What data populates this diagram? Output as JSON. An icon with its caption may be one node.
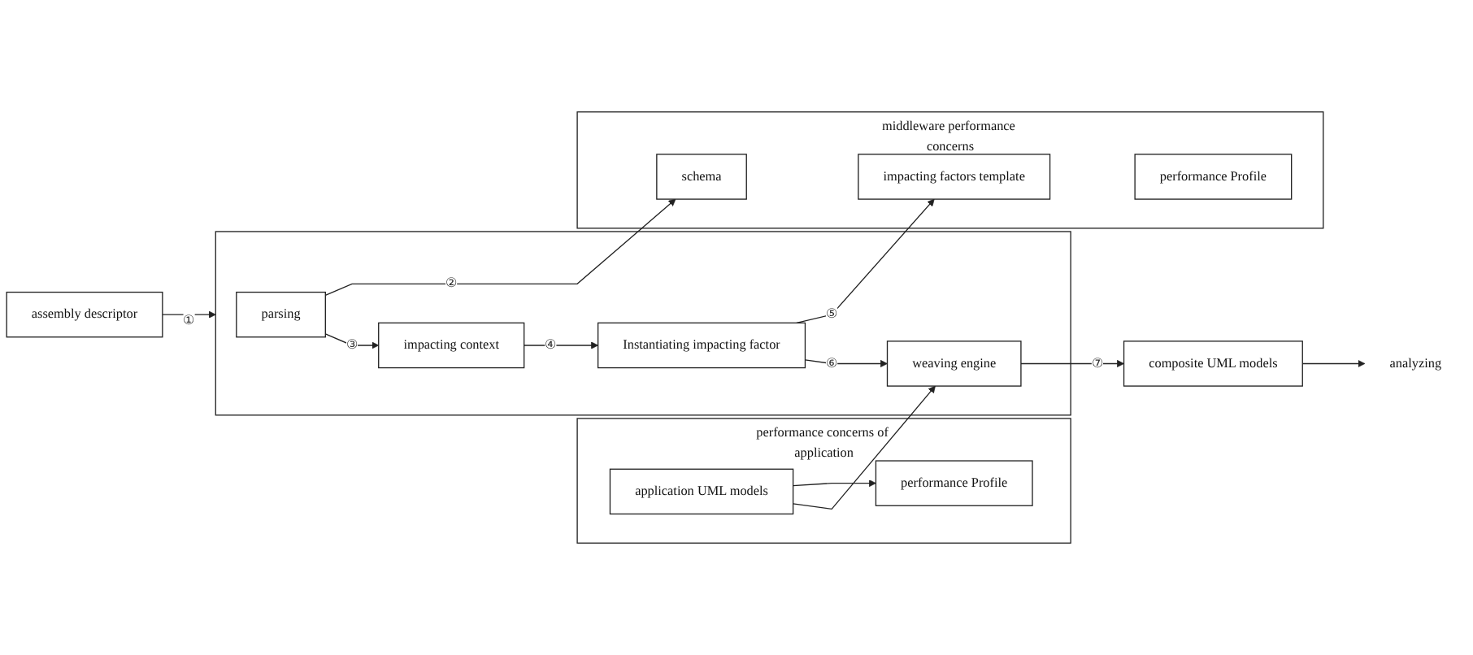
{
  "diagram": {
    "nodes": [
      {
        "text": [
          "performance concerns of application"
        ]
      },
      {
        "text": [
          "performance Profile"
        ],
        "in": 0
      },
      {
        "text": [
          "application UML models"
        ],
        "in": 0
      },
      {
        "text": [
          "assembly descriptor"
        ]
      },
      {
        "text": [],
        "shape": "box"
      },
      {
        "text": [
          "parsing"
        ],
        "in": 4
      },
      {
        "text": [
          "impacting context"
        ],
        "in": 4
      },
      {
        "text": [
          "Instantiating impacting factor"
        ],
        "in": 4
      },
      {
        "text": [
          "weaving engine"
        ],
        "in": 4
      },
      {
        "text": [
          "composite UML models"
        ]
      },
      {
        "text": [
          "analyzing"
        ]
      },
      {
        "text": [
          "middleware performance concerns"
        ]
      },
      {
        "text": [
          "schema"
        ],
        "in": 11
      },
      {
        "text": [
          "impacting factors template"
        ],
        "in": 11
      },
      {
        "text": [
          "performance Profile"
        ],
        "in": 11
      }
    ],
    "edges": [
      {
        "from": 2,
        "to": 1,
        "arrow": "to"
      },
      {
        "from": 2,
        "to": 8,
        "arrow": "to"
      },
      {
        "from": 3,
        "to": 4,
        "arrow": "to",
        "label": "①"
      },
      {
        "from": 5,
        "to": 12,
        "arrow": "to",
        "label": "②"
      },
      {
        "from": 5,
        "to": 6,
        "arrow": "to",
        "label": "③"
      },
      {
        "from": 6,
        "to": 7,
        "arrow": "to",
        "label": "④"
      },
      {
        "from": 7,
        "to": 13,
        "arrow": "to",
        "label": "⑤"
      },
      {
        "from": 7,
        "to": 8,
        "arrow": "to",
        "label": "⑥"
      },
      {
        "from": 8,
        "to": 9,
        "arrow": "to",
        "label": "⑦"
      },
      {
        "from": 9,
        "to": 10,
        "arrow": "to"
      }
    ]
  }
}
